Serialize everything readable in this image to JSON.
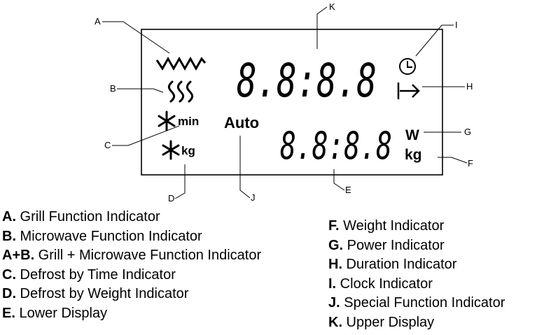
{
  "display": {
    "upper_digits": "8.8:8.8",
    "lower_digits": "8.8:8.8",
    "auto_text": "Auto",
    "min_text": "min",
    "kg_small_text": "kg",
    "power_unit": "W",
    "weight_unit": "kg"
  },
  "callouts": [
    "A",
    "B",
    "C",
    "D",
    "E",
    "F",
    "G",
    "H",
    "I",
    "J",
    "K"
  ],
  "legend_left": [
    {
      "letter": "A.",
      "text": " Grill Function Indicator"
    },
    {
      "letter": "B.",
      "text": " Microwave Function Indicator"
    },
    {
      "letter": "A+B.",
      "text": " Grill + Microwave Function Indicator"
    },
    {
      "letter": "C.",
      "text": " Defrost by Time Indicator"
    },
    {
      "letter": "D.",
      "text": " Defrost by Weight Indicator"
    },
    {
      "letter": "E.",
      "text": " Lower Display"
    }
  ],
  "legend_right": [
    {
      "letter": "F.",
      "text": " Weight Indicator"
    },
    {
      "letter": "G.",
      "text": " Power Indicator"
    },
    {
      "letter": "H.",
      "text": " Duration Indicator"
    },
    {
      "letter": "I.",
      "text": " Clock Indicator"
    },
    {
      "letter": "J.",
      "text": " Special Function Indicator"
    },
    {
      "letter": "K.",
      "text": " Upper Display"
    }
  ]
}
